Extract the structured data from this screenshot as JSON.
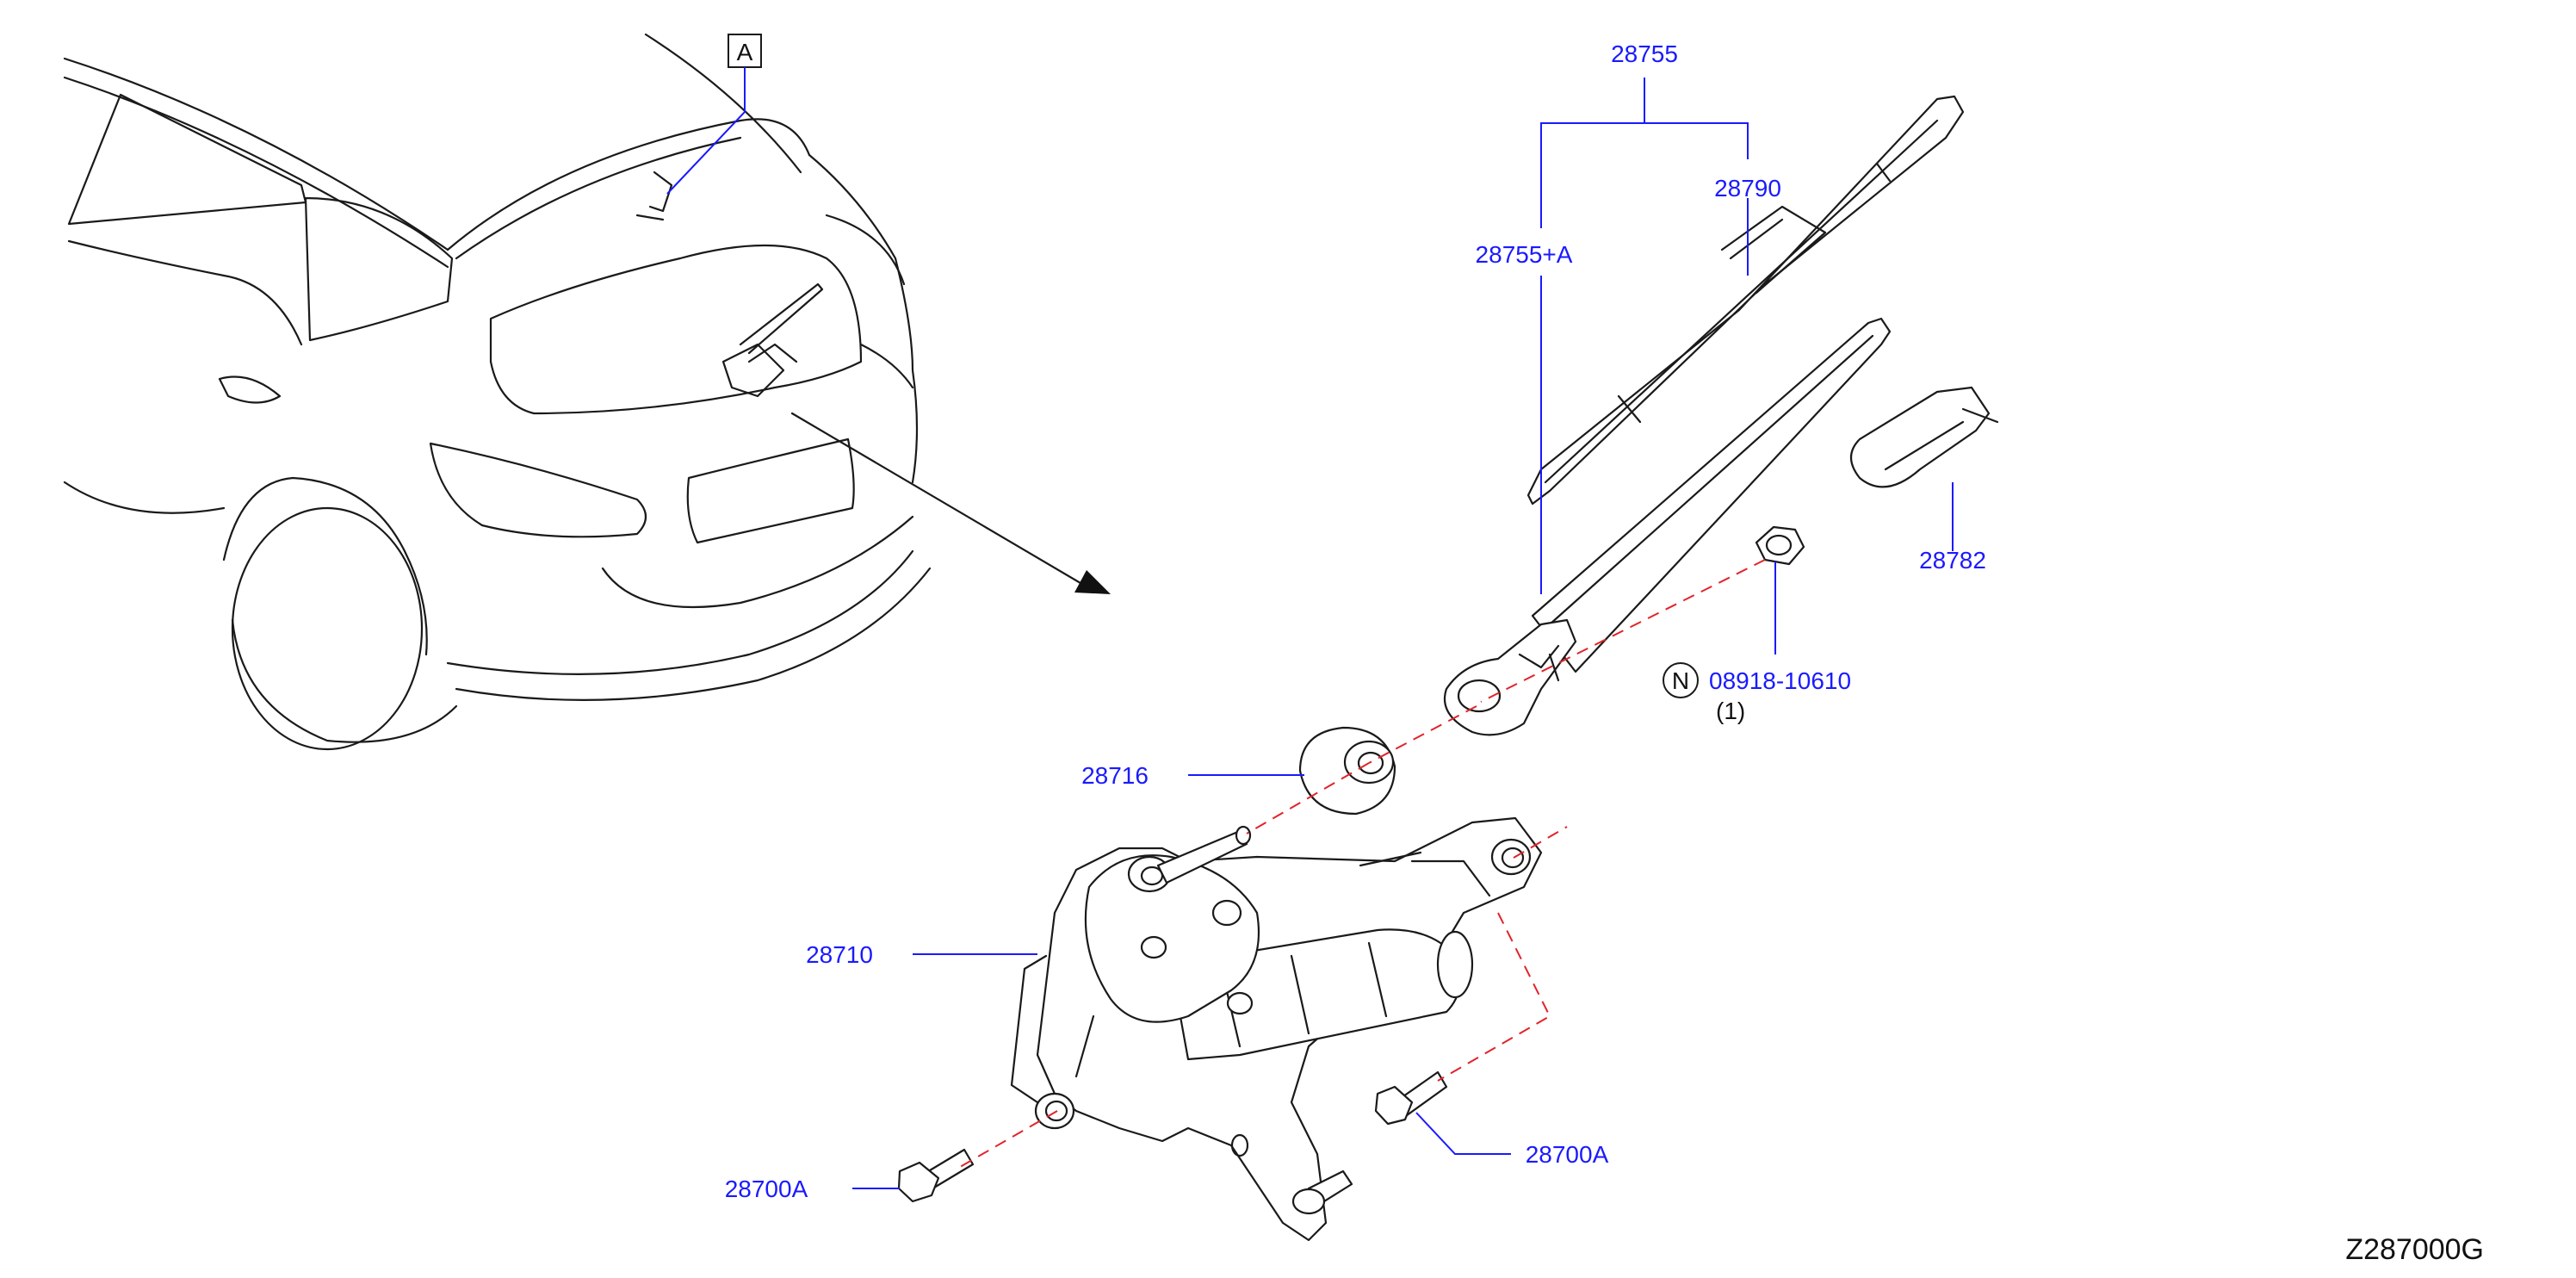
{
  "colors": {
    "label": "#1a1aff",
    "leader": "#1a1aff",
    "dashed_axis": "#e0242b",
    "outline": "#1a1a1a",
    "background": "#ffffff"
  },
  "view_marker": "A",
  "labels": {
    "p28755": "28755",
    "p28790": "28790",
    "p28755A": "28755+A",
    "p28782": "28782",
    "nut_symbol": "N",
    "nut_part": "08918-10610",
    "nut_qty": "(1)",
    "p28716": "28716",
    "p28710": "28710",
    "p28700A_right": "28700A",
    "p28700A_left": "28700A"
  },
  "diagram_code": "Z287000G"
}
